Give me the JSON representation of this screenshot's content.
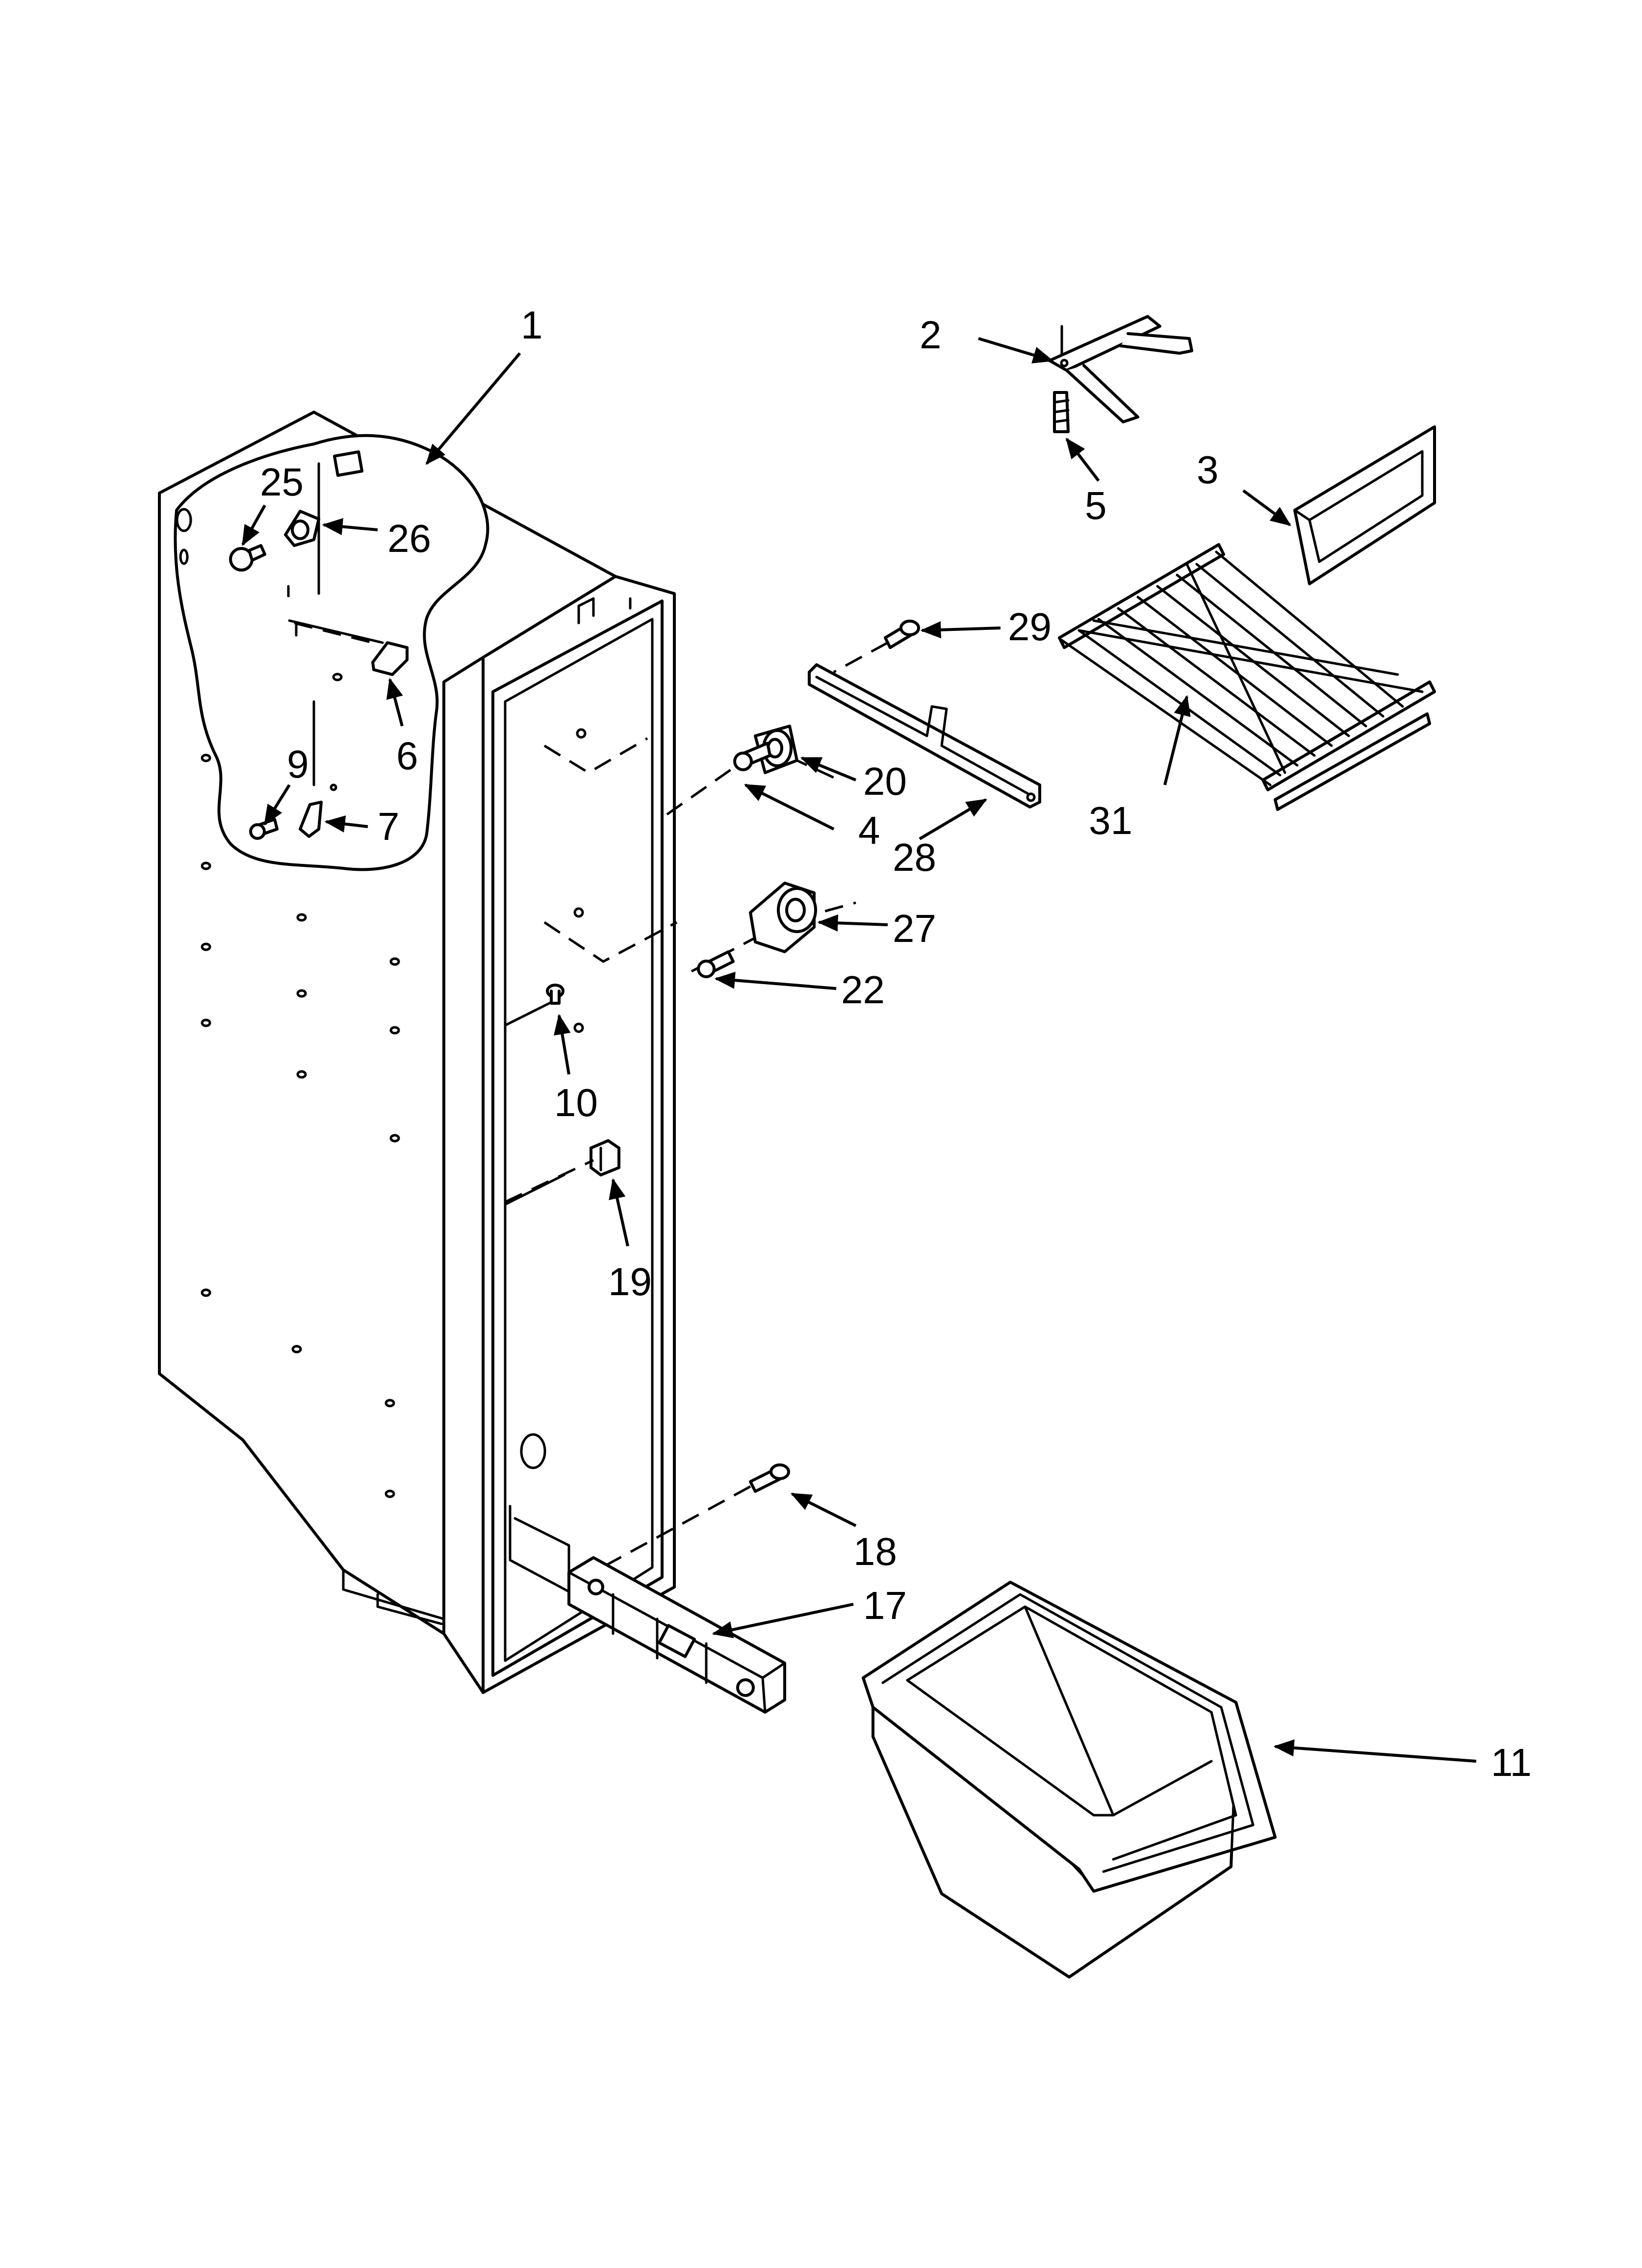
{
  "callouts": [
    {
      "id": "1",
      "label": "1"
    },
    {
      "id": "2",
      "label": "2"
    },
    {
      "id": "3",
      "label": "3"
    },
    {
      "id": "4",
      "label": "4"
    },
    {
      "id": "5",
      "label": "5"
    },
    {
      "id": "6",
      "label": "6"
    },
    {
      "id": "7",
      "label": "7"
    },
    {
      "id": "9",
      "label": "9"
    },
    {
      "id": "10",
      "label": "10"
    },
    {
      "id": "11",
      "label": "11"
    },
    {
      "id": "17",
      "label": "17"
    },
    {
      "id": "18",
      "label": "18"
    },
    {
      "id": "19",
      "label": "19"
    },
    {
      "id": "20",
      "label": "20"
    },
    {
      "id": "22",
      "label": "22"
    },
    {
      "id": "25",
      "label": "25"
    },
    {
      "id": "26",
      "label": "26"
    },
    {
      "id": "27",
      "label": "27"
    },
    {
      "id": "28",
      "label": "28"
    },
    {
      "id": "29",
      "label": "29"
    },
    {
      "id": "31",
      "label": "31"
    }
  ]
}
